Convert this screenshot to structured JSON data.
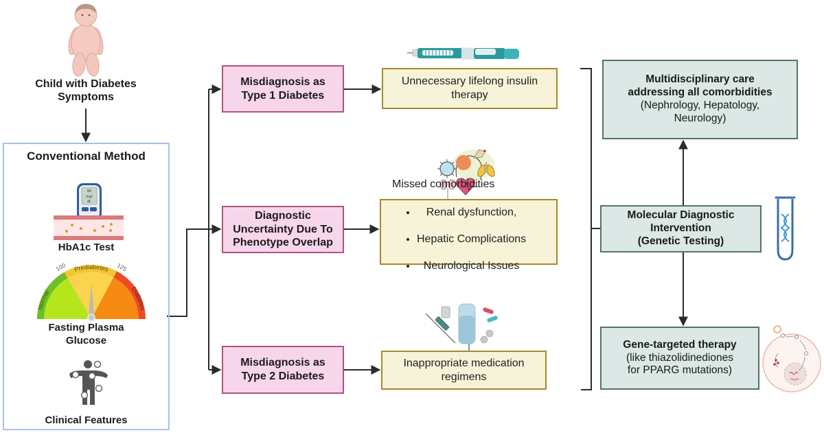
{
  "start": {
    "label": "Child with Diabetes\nSymptoms"
  },
  "conventional": {
    "title": "Conventional Method",
    "items": [
      {
        "label": "HbA1c Test"
      },
      {
        "label": "Fasting Plasma\nGlucose"
      },
      {
        "label": "Clinical Features"
      }
    ],
    "glucometer_reading": [
      "80",
      "mg/",
      "dL"
    ],
    "gauge": {
      "zones": [
        "Normal",
        "Prediabetes",
        "Diabetes"
      ],
      "thresholds": [
        "100",
        "125"
      ]
    }
  },
  "diagnoses": [
    {
      "label": "Misdiagnosis as\nType 1 Diabetes"
    },
    {
      "label": "Diagnostic\nUncertainty Due To\nPhenotype Overlap"
    },
    {
      "label": "Misdiagnosis as\nType 2 Diabetes"
    }
  ],
  "consequences": [
    {
      "label": "Unnecessary lifelong insulin\ntherapy"
    },
    {
      "title": "Missed comorbidities",
      "items": [
        "Renal dysfunction,",
        "Hepatic Complications",
        "Neurological Issues"
      ]
    },
    {
      "label": "Inappropriate medication\nregimens"
    }
  ],
  "interventions": {
    "multidisciplinary": {
      "title": "Multidisciplinary care\naddressing all comorbidities",
      "detail": "(Nephrology, Hepatology,\nNeurology)"
    },
    "molecular": {
      "title": "Molecular Diagnostic\nIntervention\n(Genetic Testing)"
    },
    "gene_targeted": {
      "title": "Gene-targeted therapy",
      "detail": "(like thiazolidinediones\nfor PPARG mutations)"
    }
  },
  "colors": {
    "diagnosis_fill": "#f7d6ec",
    "diagnosis_border": "#b4507e",
    "consequence_fill": "#f6f3d8",
    "consequence_border": "#a8882a",
    "intervention_fill": "#dbe8e5",
    "intervention_border": "#56706b",
    "conventional_border": "#a9c0e8",
    "connector": "#2b2b2b"
  }
}
